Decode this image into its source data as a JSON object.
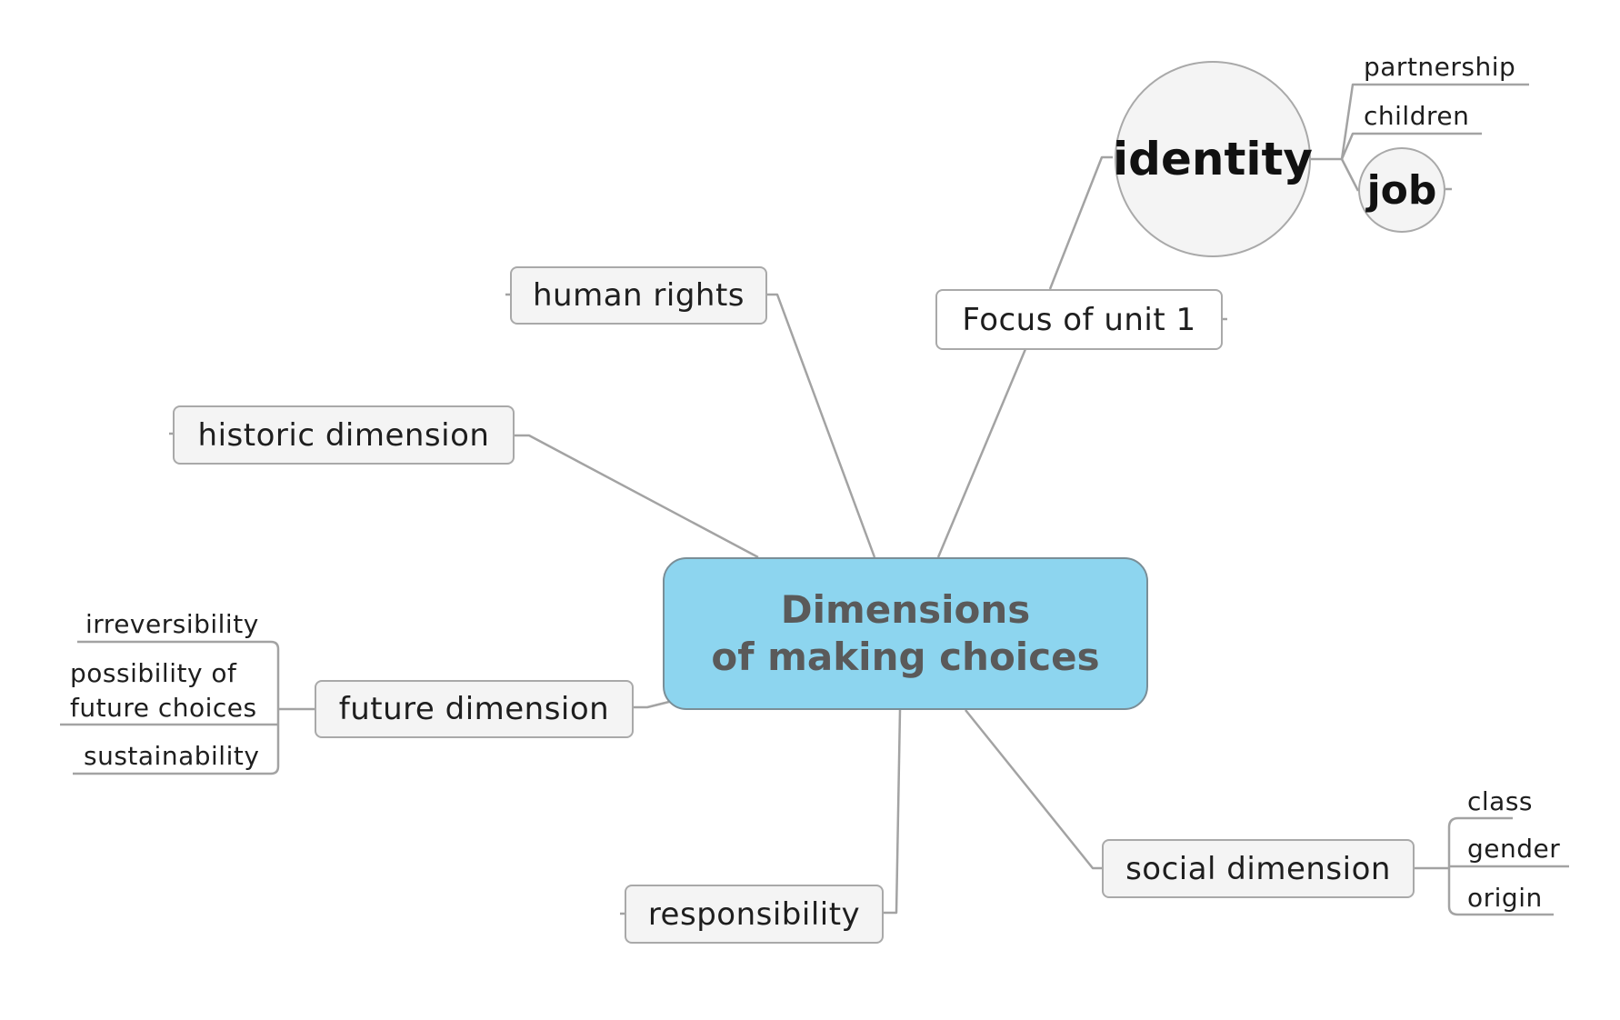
{
  "central": {
    "line1": "Dimensions",
    "line2": "of making choices"
  },
  "topics": {
    "human_rights": "human rights",
    "focus": "Focus of unit 1",
    "historic": "historic dimension",
    "future": "future dimension",
    "responsibility": "responsibility",
    "social": "social dimension"
  },
  "identity": {
    "label": "identity",
    "children": [
      "partnership",
      "children"
    ],
    "job": "job"
  },
  "future_subtopics": [
    "irreversibility",
    "possibility of future choices",
    "sustainability"
  ],
  "social_subtopics": [
    "class",
    "gender",
    "origin"
  ],
  "colors": {
    "central_fill": "#8dd5ef",
    "node_fill": "#f4f4f4",
    "connector": "#a0a0a0"
  }
}
